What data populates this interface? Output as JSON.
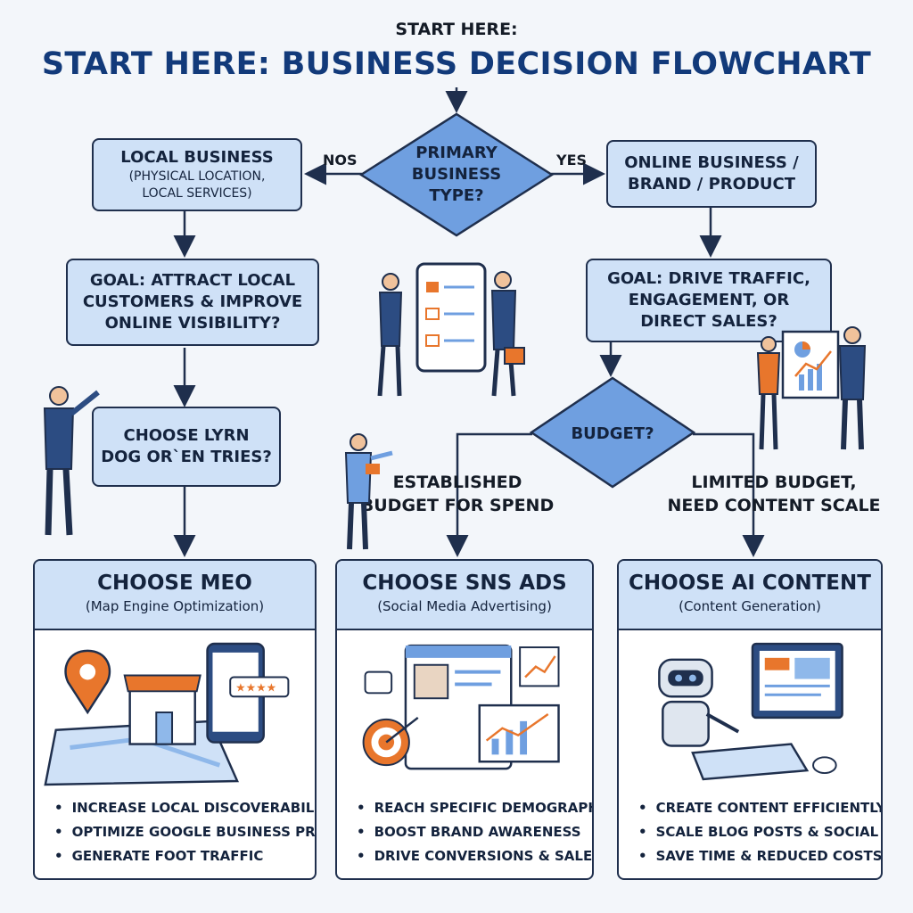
{
  "header": {
    "pretitle": "START HERE:",
    "title": "START HERE: BUSINESS DECISION FLOWCHART"
  },
  "decision1": {
    "lines": [
      "PRIMARY",
      "BUSINESS",
      "TYPE?"
    ]
  },
  "edge_no": "NOS",
  "edge_yes": "YES",
  "local_box": {
    "title": "LOCAL BUSINESS",
    "sub1": "(PHYSICAL LOCATION,",
    "sub2": "LOCAL SERVICES)"
  },
  "online_box": {
    "line1": "ONLINE BUSINESS /",
    "line2": "BRAND / PRODUCT"
  },
  "local_goal": {
    "line1": "GOAL: ATTRACT LOCAL",
    "line2": "CUSTOMERS & IMPROVE",
    "line3": "ONLINE VISIBILITY?"
  },
  "online_goal": {
    "line1": "GOAL: DRIVE TRAFFIC,",
    "line2": "ENGAGEMENT, OR",
    "line3": "DIRECT SALES?"
  },
  "local_choose": {
    "line1": "CHOOSE LYRN",
    "line2": "DOG OR`EN TRIES?"
  },
  "decision2": {
    "label": "BUDGET?"
  },
  "branch_established": {
    "line1": "ESTABLISHED",
    "line2": "BUDGET FOR SPEND"
  },
  "branch_limited": {
    "line1": "LIMITED BUDGET,",
    "line2": "NEED CONTENT SCALE"
  },
  "cards": [
    {
      "title": "CHOOSE MEO",
      "subtitle": "(Map Engine Optimization)",
      "bullets": [
        "INCREASE LOCAL DISCOVERABILITY",
        "OPTIMIZE GOOGLE BUSINESS PROFILE",
        "GENERATE FOOT TRAFFIC"
      ]
    },
    {
      "title": "CHOOSE SNS ADS",
      "subtitle": "(Social Media Advertising)",
      "bullets": [
        "REACH SPECIFIC DEMOGRAPHICS",
        "BOOST BRAND AWARENESS",
        "DRIVE CONVERSIONS & SALES"
      ]
    },
    {
      "title": "CHOOSE AI CONTENT",
      "subtitle": "(Content Generation)",
      "bullets": [
        "CREATE CONTENT EFFICIENTLY",
        "SCALE BLOG POSTS & SOCIAL COPY",
        "SAVE TIME & REDUCED COSTS"
      ]
    }
  ],
  "colors": {
    "box_fill": "#cfe1f7",
    "diamond_fill": "#6f9fe0",
    "outline": "#1f2f4d",
    "accent_orange": "#e8762c",
    "title_blue": "#123a7a"
  },
  "icons": [
    "map-pin-icon",
    "storefront-icon",
    "phone-review-icon",
    "target-icon",
    "chart-icon",
    "robot-icon",
    "monitor-icon",
    "keyboard-icon"
  ]
}
